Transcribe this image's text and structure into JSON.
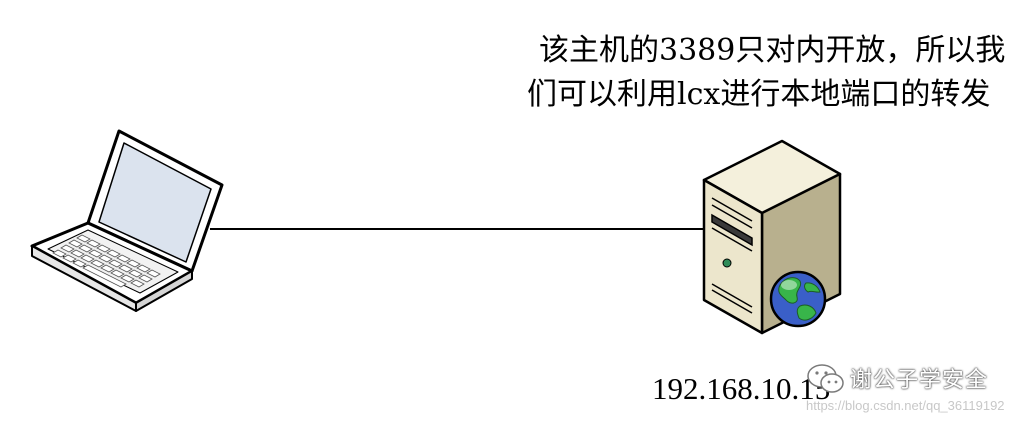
{
  "note": {
    "line1": "该主机的3389只对内开放，所以我",
    "line2": "们可以利用lcx进行本地端口的转发"
  },
  "server": {
    "ip": "192.168.10.15"
  },
  "watermark": {
    "name": "谢公子学安全",
    "url": "https://blog.csdn.net/qq_36119192"
  },
  "icons": {
    "client": "laptop-icon",
    "server": "server-tower-icon",
    "globe": "globe-icon",
    "watermark_logo": "wechat-logo-icon"
  },
  "colors": {
    "line": "#000000",
    "server_body": "#e8e2c8",
    "server_shadow": "#b3ab8a",
    "globe_land": "#38b54a",
    "globe_sea": "#3a5fc8",
    "laptop_screen": "#dbe3ee"
  }
}
